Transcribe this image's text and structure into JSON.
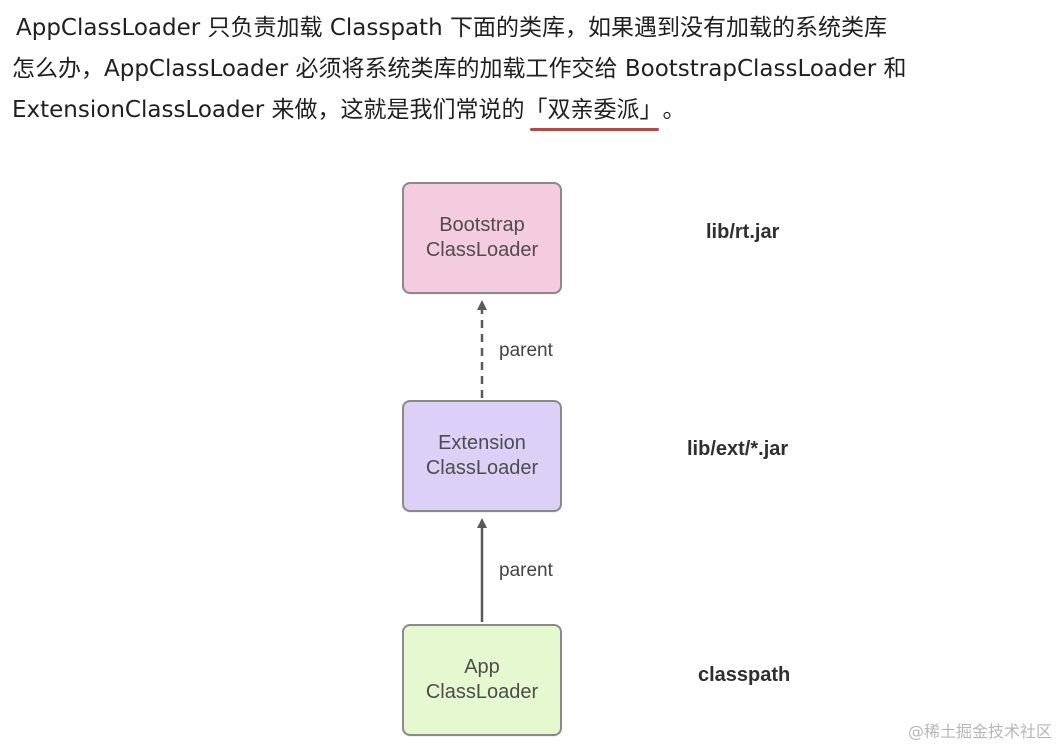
{
  "intro": {
    "line1": "AppClassLoader 只负责加载 Classpath 下面的类库，如果遇到没有加载的系统类库",
    "line2": "怎么办，AppClassLoader 必须将系统类库的加载工作交给 BootstrapClassLoader 和",
    "line3_before": "ExtensionClassLoader 来做，这就是我们常说的",
    "line3_quote": "「双亲委派」",
    "line3_after": "。"
  },
  "diagram": {
    "nodes": [
      {
        "line1": "Bootstrap",
        "line2": "ClassLoader",
        "fill": "#f5cbe0",
        "side_label": "lib/rt.jar"
      },
      {
        "line1": "Extension",
        "line2": "ClassLoader",
        "fill": "#ddd0f7",
        "side_label": "lib/ext/*.jar"
      },
      {
        "line1": "App",
        "line2": "ClassLoader",
        "fill": "#e6f8cf",
        "side_label": "classpath"
      }
    ],
    "edges": [
      {
        "label": "parent",
        "style": "dashed"
      },
      {
        "label": "parent",
        "style": "solid"
      }
    ],
    "colors": {
      "border": "#8a8a8a",
      "arrow": "#5a5a5a",
      "emphasis_underline": "#c8413b"
    }
  },
  "watermark": "@稀土掘金技术社区"
}
